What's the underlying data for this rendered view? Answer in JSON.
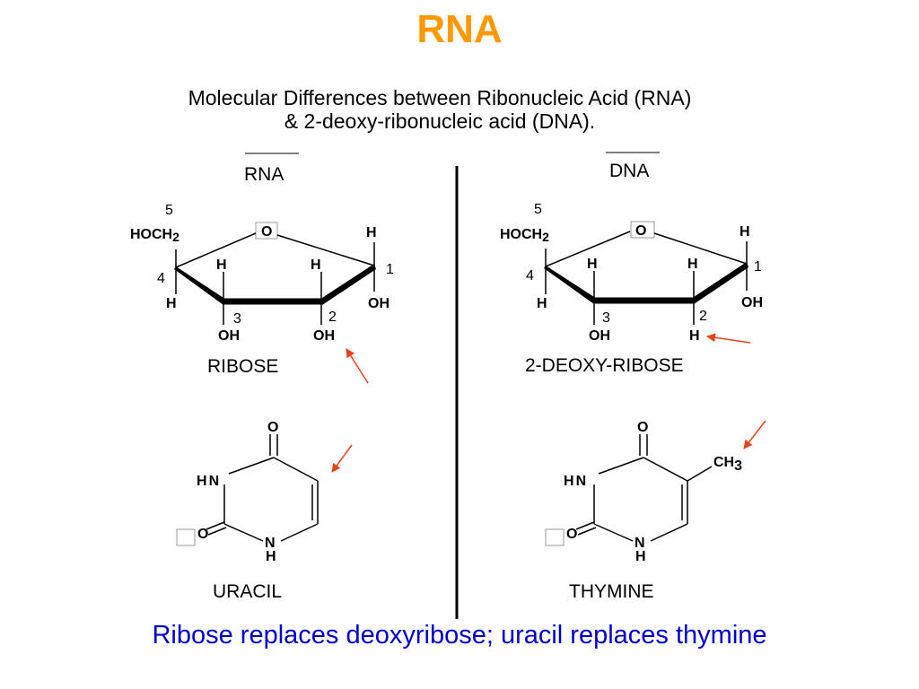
{
  "slide": {
    "title": "RNA",
    "subtitle_line1": "Molecular Differences between Ribonucleic Acid (RNA)",
    "subtitle_line2": "& 2-deoxy-ribonucleic acid (DNA).",
    "footer": "Ribose replaces deoxyribose; uracil replaces thymine"
  },
  "colors": {
    "title": "#FF9900",
    "footer": "#0000CC",
    "arrow": "#E8421C"
  },
  "rna": {
    "header": "RNA",
    "sugar": {
      "name": "RIBOSE",
      "hoch": "HOCH",
      "sub2": "2",
      "ring_o": "O",
      "c1_h": "H",
      "c1_oh": "OH",
      "c4_h": "H",
      "c3_h": "H",
      "c2_h": "H",
      "c3_oh": "OH",
      "c2_sub": "OH",
      "pos1": "1",
      "pos2": "2",
      "pos3": "3",
      "pos4": "4",
      "pos5": "5"
    },
    "base": {
      "name": "URACIL",
      "top_o": "O",
      "hn_h": "H",
      "hn_n": "N",
      "left_o": "O",
      "nh_n": "N",
      "nh_h": "H"
    }
  },
  "dna": {
    "header": "DNA",
    "sugar": {
      "name": "2-DEOXY-RIBOSE",
      "hoch": "HOCH",
      "sub2": "2",
      "ring_o": "O",
      "c1_h": "H",
      "c1_oh": "OH",
      "c4_h": "H",
      "c3_h": "H",
      "c2_h": "H",
      "c3_oh": "OH",
      "c2_sub": "H",
      "pos1": "1",
      "pos2": "2",
      "pos3": "3",
      "pos4": "4",
      "pos5": "5"
    },
    "base": {
      "name": "THYMINE",
      "top_o": "O",
      "hn_h": "H",
      "hn_n": "N",
      "left_o": "O",
      "nh_n": "N",
      "nh_h": "H",
      "methyl": "CH",
      "methyl_sub": "3"
    }
  }
}
